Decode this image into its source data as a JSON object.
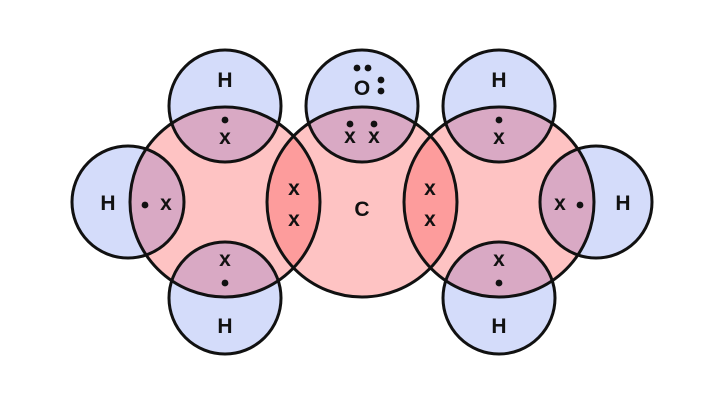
{
  "colors": {
    "background": "#ffffff",
    "hydrogen_fill": "#d4dcfa",
    "oxygen_fill": "#d4dcfa",
    "carbon_fill": "#fec3c3",
    "overlap_h_c": "#d9a9c4",
    "overlap_c_c": "#fd9c9c",
    "outline": "#111111",
    "text": "#111111"
  },
  "atoms": {
    "h_left_top": "H",
    "h_left_side": "H",
    "h_left_bottom": "H",
    "oxygen": "O",
    "carbon_center": "C",
    "h_right_top": "H",
    "h_right_side": "H",
    "h_right_bottom": "H"
  },
  "electron_symbols": {
    "carbon_electron": "x",
    "other_electron": "•"
  }
}
